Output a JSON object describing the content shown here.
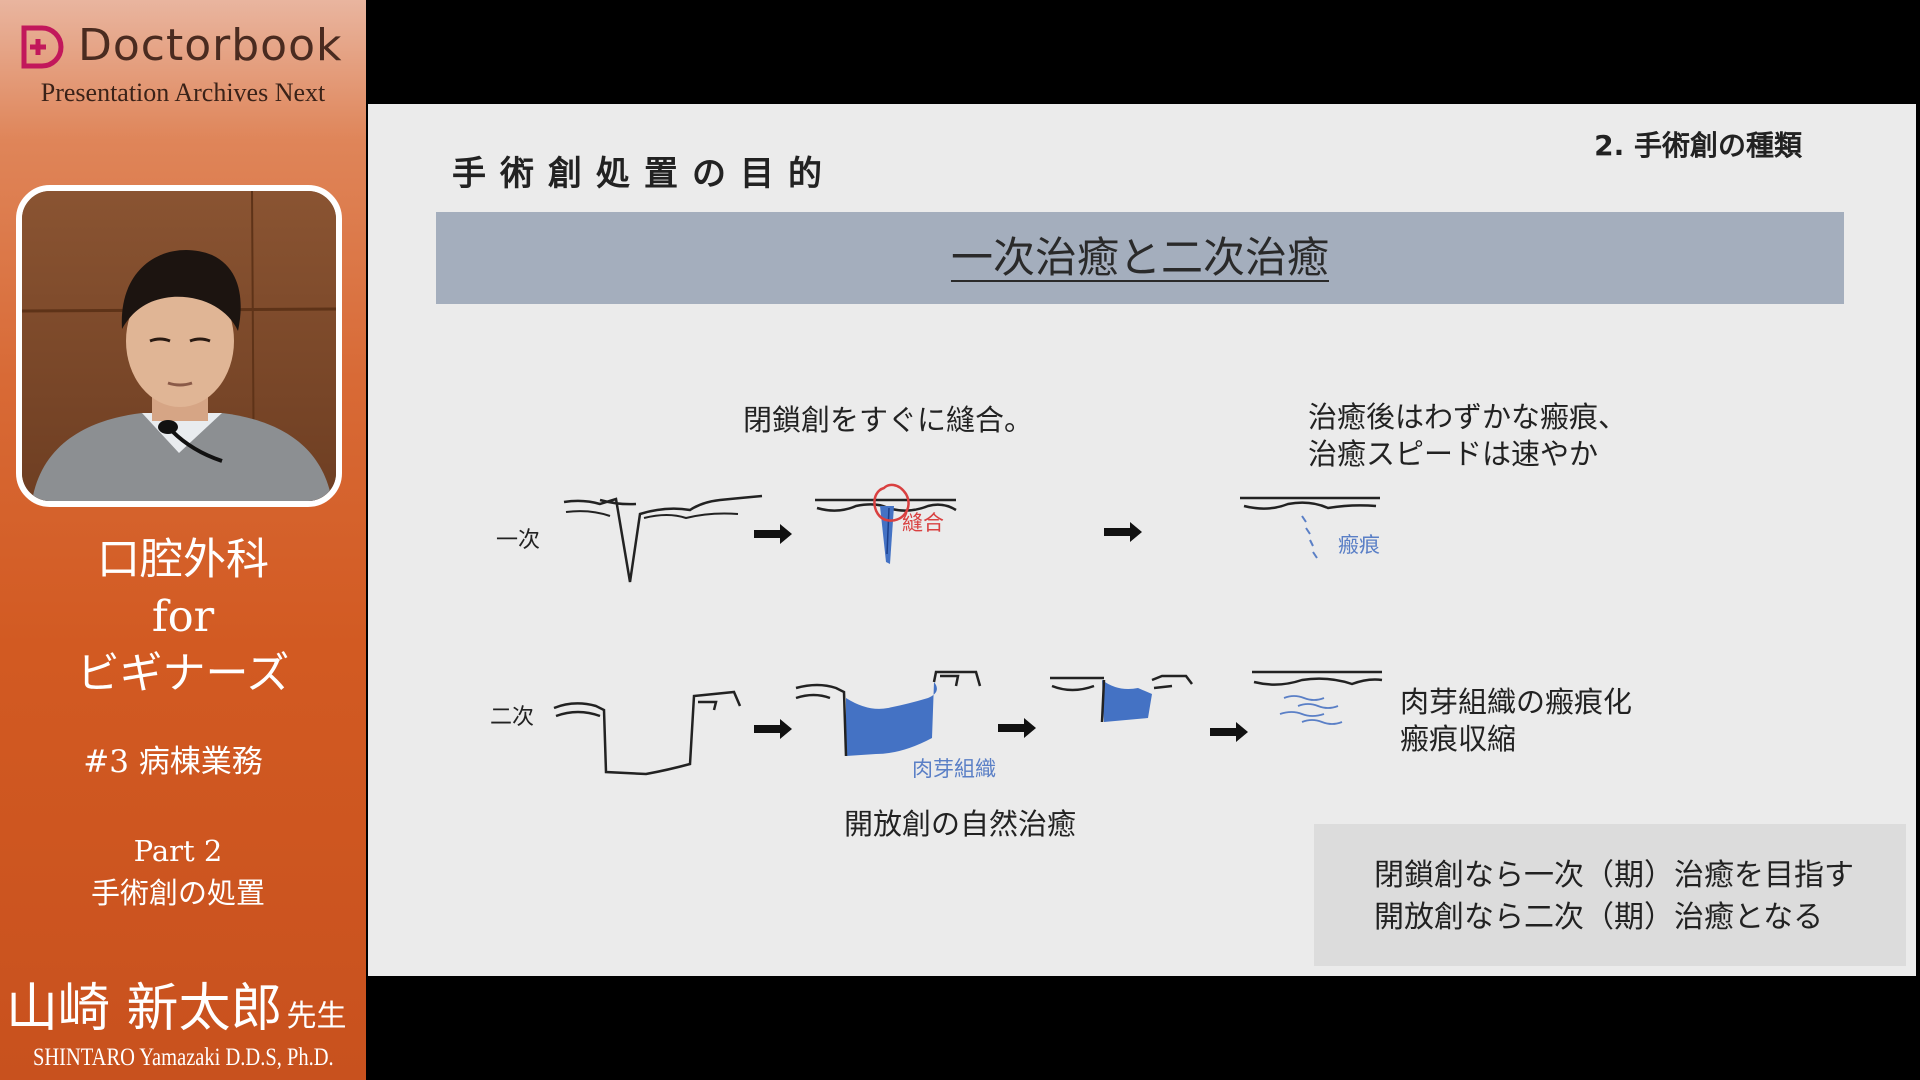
{
  "sidebar": {
    "brand_name": "Doctorbook",
    "brand_sub": "Presentation Archives Next",
    "course_title": [
      "口腔外科",
      "for",
      "ビギナーズ"
    ],
    "episode": "#3 病棟業務",
    "part": "Part 2",
    "part_title": "手術創の処置",
    "lecturer_name": "山崎 新太郎",
    "lecturer_honorific": "先生",
    "lecturer_roman": "SHINTARO Yamazaki D.D.S, Ph.D."
  },
  "slide": {
    "section_label": "2. 手術創の種類",
    "heading": "手術創処置の目的",
    "banner": "一次治癒と二次治癒",
    "primary": {
      "row_label": "一次",
      "caption": "閉鎖創をすぐに縫合。",
      "suture_label": "縫合",
      "scar_label": "瘢痕",
      "result_caption_1": "治癒後はわずかな瘢痕、",
      "result_caption_2": "治癒スピードは速やか"
    },
    "secondary": {
      "row_label": "二次",
      "granulation_label": "肉芽組織",
      "caption": "開放創の自然治癒",
      "result_caption_1": "肉芽組織の瘢痕化",
      "result_caption_2": "瘢痕収縮"
    },
    "note": {
      "line1": "閉鎖創なら一次（期）治癒を目指す",
      "line2": "開放創なら二次（期）治癒となる"
    },
    "colors": {
      "tissue_fill": "#4472c4",
      "suture_red": "#d94040",
      "label_blue": "#5a7fc6",
      "banner_bg": "#a4aebd"
    }
  }
}
